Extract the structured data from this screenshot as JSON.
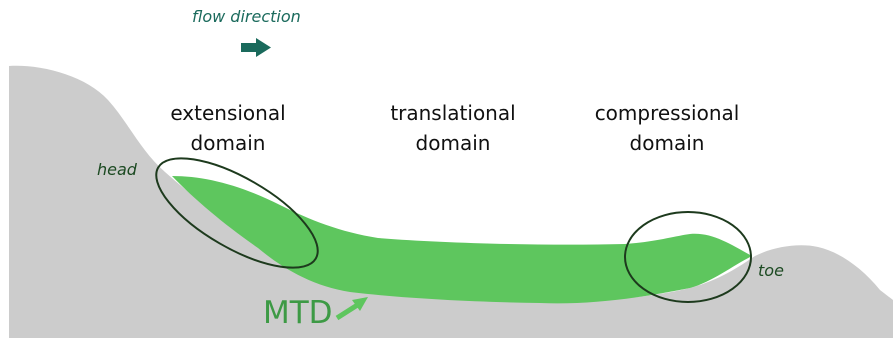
{
  "flow_direction": {
    "label": "flow direction"
  },
  "domains": [
    {
      "line1": "extensional",
      "line2": "domain"
    },
    {
      "line1": "translational",
      "line2": "domain"
    },
    {
      "line1": "compressional",
      "line2": "domain"
    }
  ],
  "labels": {
    "head": "head",
    "toe": "toe",
    "mtd": "MTD"
  },
  "colors": {
    "terrain": "#cccccc",
    "deposit": "#5ec65e",
    "outline": "#1d3a1d",
    "flow_arrow": "#1a6a5c",
    "mtd_text": "#3d9a45",
    "mtd_arrow": "#5ec65e"
  },
  "icons": {
    "flow_arrow": "arrow-right-icon",
    "mtd_pointer": "arrow-up-right-icon"
  }
}
